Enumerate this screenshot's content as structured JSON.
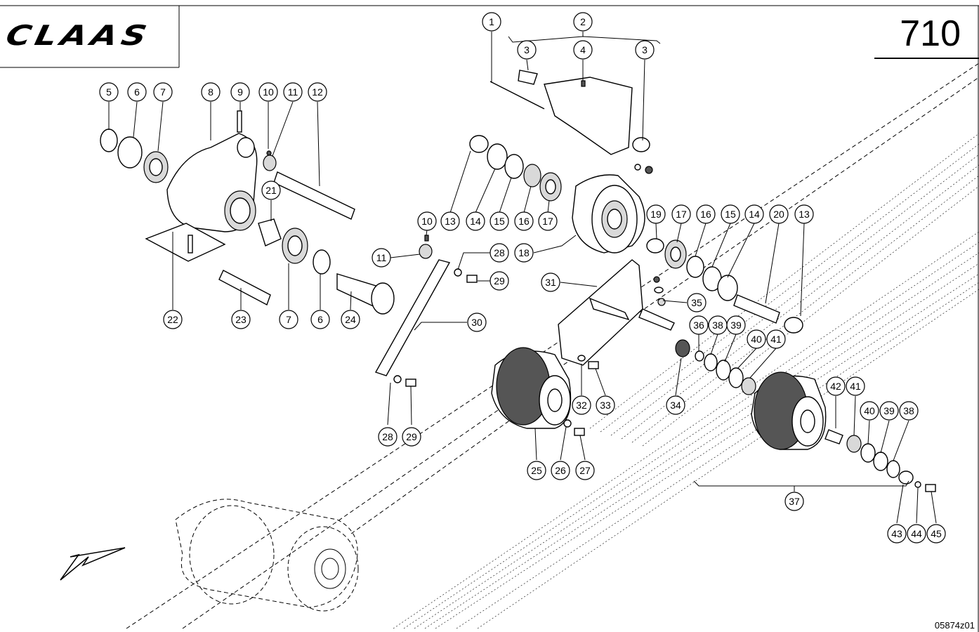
{
  "header": {
    "brand": "CLAAS",
    "page_number": "710"
  },
  "footer": {
    "drawing_code": "05874z01"
  },
  "callouts": [
    {
      "n": "1"
    },
    {
      "n": "2"
    },
    {
      "n": "3"
    },
    {
      "n": "4"
    },
    {
      "n": "3"
    },
    {
      "n": "5"
    },
    {
      "n": "6"
    },
    {
      "n": "7"
    },
    {
      "n": "8"
    },
    {
      "n": "9"
    },
    {
      "n": "10"
    },
    {
      "n": "11"
    },
    {
      "n": "12"
    },
    {
      "n": "21"
    },
    {
      "n": "13"
    },
    {
      "n": "14"
    },
    {
      "n": "15"
    },
    {
      "n": "16"
    },
    {
      "n": "17"
    },
    {
      "n": "10"
    },
    {
      "n": "11"
    },
    {
      "n": "28"
    },
    {
      "n": "29"
    },
    {
      "n": "18"
    },
    {
      "n": "19"
    },
    {
      "n": "17"
    },
    {
      "n": "16"
    },
    {
      "n": "15"
    },
    {
      "n": "14"
    },
    {
      "n": "20"
    },
    {
      "n": "13"
    },
    {
      "n": "31"
    },
    {
      "n": "35"
    },
    {
      "n": "36"
    },
    {
      "n": "38"
    },
    {
      "n": "39"
    },
    {
      "n": "40"
    },
    {
      "n": "41"
    },
    {
      "n": "22"
    },
    {
      "n": "23"
    },
    {
      "n": "7"
    },
    {
      "n": "6"
    },
    {
      "n": "24"
    },
    {
      "n": "30"
    },
    {
      "n": "32"
    },
    {
      "n": "33"
    },
    {
      "n": "34"
    },
    {
      "n": "42"
    },
    {
      "n": "41"
    },
    {
      "n": "40"
    },
    {
      "n": "39"
    },
    {
      "n": "38"
    },
    {
      "n": "28"
    },
    {
      "n": "29"
    },
    {
      "n": "25"
    },
    {
      "n": "26"
    },
    {
      "n": "27"
    },
    {
      "n": "37"
    },
    {
      "n": "43"
    },
    {
      "n": "44"
    },
    {
      "n": "45"
    }
  ]
}
